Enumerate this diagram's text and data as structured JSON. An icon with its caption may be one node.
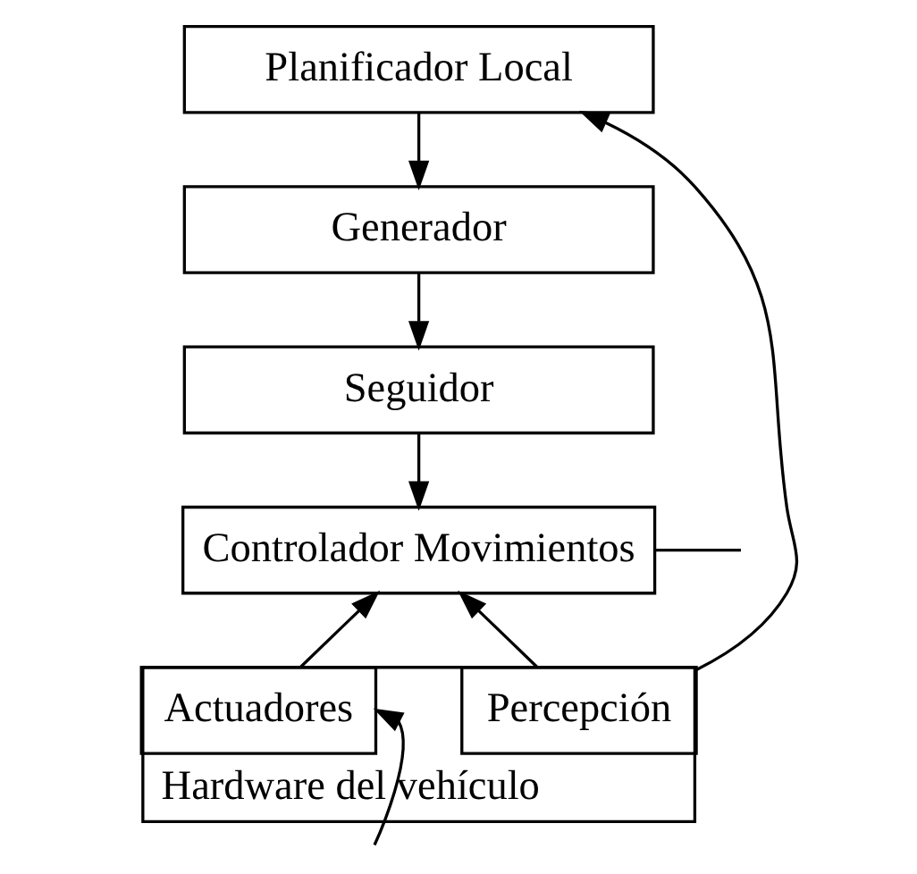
{
  "diagram": {
    "nodes": [
      {
        "text": [
          "Planificador Local"
        ]
      },
      {
        "text": [
          "Generador"
        ]
      },
      {
        "text": [
          "Seguidor"
        ]
      },
      {
        "text": [
          "Controlador Movimientos"
        ]
      },
      {
        "text": [
          "Hardware del vehículo"
        ]
      },
      {
        "text": [
          "Percepción"
        ],
        "in": 4
      },
      {
        "text": [
          "Actuadores"
        ],
        "in": 4
      }
    ],
    "edges": [
      {
        "from": 0,
        "to": 1,
        "arrow": "to"
      },
      {
        "from": 1,
        "to": 2,
        "arrow": "to"
      },
      {
        "from": 2,
        "to": 3,
        "arrow": "to"
      },
      {
        "from": 5,
        "to": 3,
        "arrow": "to"
      },
      {
        "from": 6,
        "to": 3,
        "arrow": "to"
      },
      {
        "from": 5,
        "to": 0,
        "arrow": "to"
      },
      {
        "from": 3,
        "to": null,
        "arrow": "none"
      },
      {
        "from": null,
        "to": 6,
        "arrow": "to"
      }
    ]
  }
}
